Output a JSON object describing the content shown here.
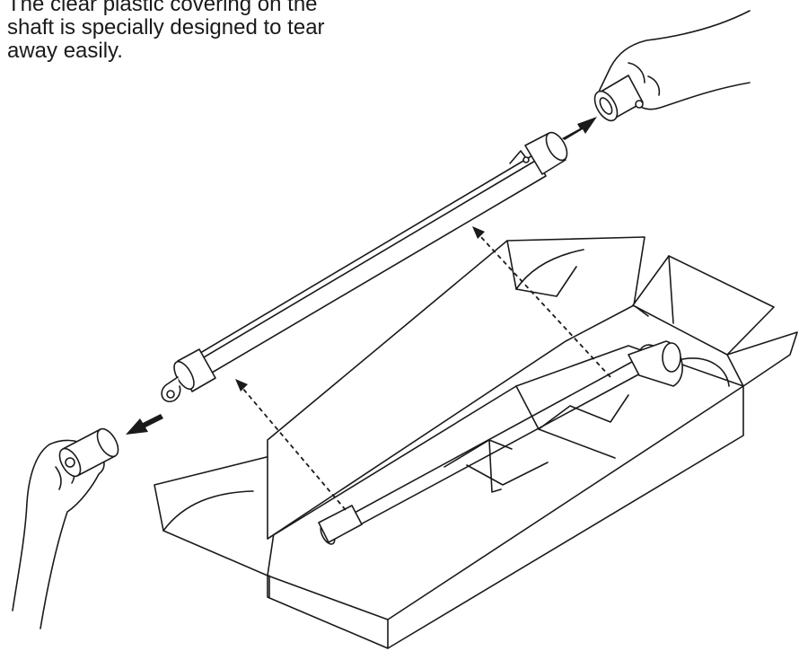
{
  "caption": {
    "lines": [
      "The clear plastic covering on the",
      "shaft is specially designed to tear",
      "away easily."
    ]
  },
  "illustration": {
    "elements": [
      "shaft",
      "end-cap-right",
      "end-cap-left",
      "box",
      "hand-right",
      "hand-left",
      "pull-arrow-right",
      "pull-arrow-left",
      "lift-arrows"
    ]
  }
}
